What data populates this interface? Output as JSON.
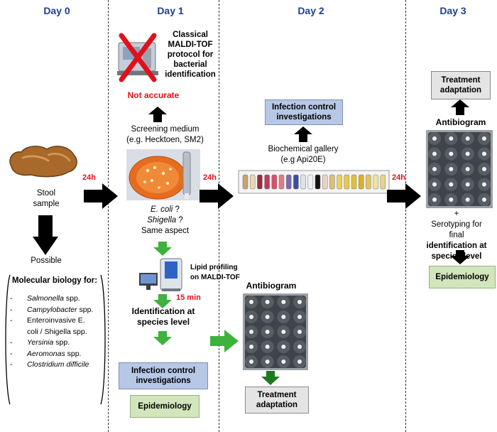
{
  "days": [
    "Day 0",
    "Day 1",
    "Day 2",
    "Day 3"
  ],
  "time_labels": {
    "d0_d1": "24h",
    "d1_d2": "24h",
    "d2_d3": "24h",
    "maldi": "15 min"
  },
  "day0": {
    "stool_label": "Stool\nsample",
    "possible": "Possible",
    "mb_title": "Molecular biology for:",
    "mb_items": [
      [
        "Salmonella",
        " spp."
      ],
      [
        "Campylobacter",
        " spp."
      ],
      [
        "Enteroinvasive E.\ncoli / Shigella spp.",
        ""
      ],
      [
        "Yersinia",
        " spp."
      ],
      [
        "Aeromonas",
        " spp."
      ],
      [
        "Clostridium difficile",
        ""
      ]
    ]
  },
  "day1": {
    "classical": "Classical\nMALDI-TOF\nprotocol for\nbacterial\nidentification",
    "not_accurate": "Not accurate",
    "screening": "Screening medium\n(e.g. Hecktoen, SM2)",
    "ecoli": "E. coli",
    "shigella": "Shigella",
    "qmark": " ?",
    "same_aspect": "Same aspect",
    "lipid": "Lipid profiling\non MALDI-TOF",
    "ident": "Identification at\nspecies level",
    "infection": "Infection control\ninvestigations",
    "epidemiology": "Epidemiology"
  },
  "day2": {
    "infection": "Infection control\ninvestigations",
    "biochem": "Biochemical gallery\n(e.g Api20E)",
    "antibiogram": "Antibiogram",
    "treatment": "Treatment\nadaptation"
  },
  "day3": {
    "treatment": "Treatment\nadaptation",
    "antibiogram": "Antibiogram",
    "plus": "+",
    "serotyping": "Serotyping for\nfinal",
    "ident": "identification at\nspecies level",
    "epidemiology": "Epidemiology"
  },
  "colors": {
    "day_header": "#1f3f8f",
    "red": "#e0111b",
    "blue_box": "#b7c7e6",
    "green_box": "#d2e6bd",
    "grey_box": "#e4e4e4",
    "green_arrow": "#3db23d"
  }
}
